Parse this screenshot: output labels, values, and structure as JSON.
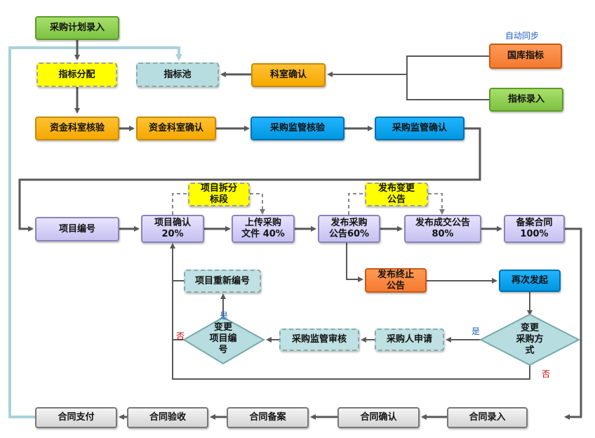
{
  "nodes": {
    "plan_entry": "采购计划录入",
    "quota_alloc": "指标分配",
    "quota_pool": "指标池",
    "dept_confirm": "科室确认",
    "national_quota": "国库指标",
    "quota_entry": "指标录入",
    "fund_verify": "资金科室核验",
    "fund_confirm": "资金科室确认",
    "supervise_verify": "采购监管核验",
    "supervise_confirm": "采购监管确认",
    "project_no": "项目编号",
    "project_confirm": [
      "项目确认",
      "20%"
    ],
    "split_section": [
      "项目拆分",
      "标段"
    ],
    "upload_files": [
      "上传采购",
      "文件 40%"
    ],
    "publish_notice": [
      "发布采购",
      "公告60%"
    ],
    "change_notice": [
      "发布变更",
      "公告"
    ],
    "deal_notice": [
      "发布成交公告",
      "80%"
    ],
    "contract_filing": [
      "备案合同",
      "100%"
    ],
    "terminate_notice": [
      "发布终止",
      "公告"
    ],
    "relaunch": "再次发起",
    "renumber": "项目重新编号",
    "change_method": [
      "变更",
      "采购方",
      "式"
    ],
    "change_project_no": [
      "变更",
      "项目编",
      "号"
    ],
    "supervise_review": "采购监管审核",
    "buyer_apply": "采购人申请",
    "contract_record": "合同录入",
    "contract_confirm": "合同确认",
    "contract_archive": "合同备案",
    "contract_accept": "合同验收",
    "contract_pay": "合同支付"
  },
  "labels": {
    "auto_sync": "自动同步",
    "yes1": "是",
    "yes2": "是",
    "no1": "否",
    "no2": "否"
  },
  "colors": {
    "green": "#7dc242",
    "yellow": "#ffff00",
    "orange": "#f5a800",
    "orange_red": "#f57a30",
    "blue": "#0096e0",
    "purple": "#c6c0f0",
    "teal": "#b7dde0",
    "gray": "#d4d4d4",
    "arrow": "#595959",
    "light_arrow": "#a9d3d8",
    "label_blue": "#1f5fbf",
    "label_red": "#c00000"
  }
}
